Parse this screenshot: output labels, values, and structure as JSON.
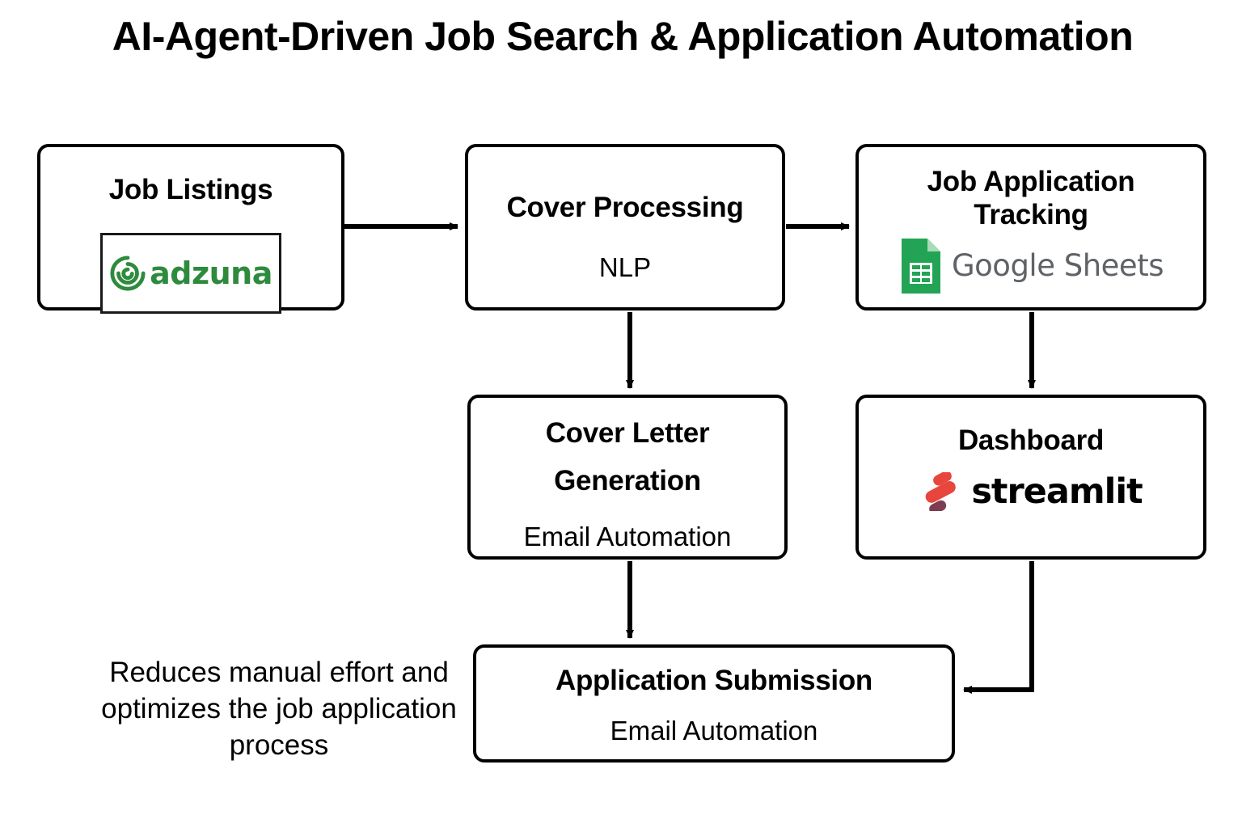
{
  "title": "AI-Agent-Driven Job Search & Application Automation",
  "nodes": {
    "job_listings": {
      "heading": "Job Listings",
      "logo_name": "adzuna-logo",
      "logo_text": "adzuna",
      "logo_color": "#2E8B3D"
    },
    "cover_processing": {
      "heading": "Cover Processing",
      "subtext": "NLP"
    },
    "job_tracking": {
      "heading_line1": "Job Application",
      "heading_line2": "Tracking",
      "logo_name": "google-sheets-logo",
      "logo_text": "Google Sheets",
      "logo_color": "#23A455",
      "logo_text_color": "#5F6368"
    },
    "cover_letter": {
      "heading_line1": "Cover Letter",
      "heading_line2": "Generation",
      "subtext": "Email Automation"
    },
    "dashboard": {
      "heading": "Dashboard",
      "logo_name": "streamlit-logo",
      "logo_text": "streamlit",
      "logo_color_primary": "#E8453C",
      "logo_color_secondary": "#7D3C52"
    },
    "submission": {
      "heading": "Application Submission",
      "subtext": "Email Automation"
    }
  },
  "caption": "Reduces manual effort and optimizes the job application process",
  "colors": {
    "stroke": "#000000",
    "background": "#FFFFFF"
  },
  "chart_data": {
    "type": "diagram",
    "diagram_type": "flowchart",
    "title": "AI-Agent-Driven Job Search & Application Automation",
    "nodes": [
      {
        "id": "job_listings",
        "label": "Job Listings",
        "badge": "adzuna",
        "row": 1,
        "col": 1
      },
      {
        "id": "cover_processing",
        "label": "Cover Processing",
        "sub": "NLP",
        "row": 1,
        "col": 2
      },
      {
        "id": "job_tracking",
        "label": "Job Application Tracking",
        "badge": "Google Sheets",
        "row": 1,
        "col": 3
      },
      {
        "id": "cover_letter",
        "label": "Cover Letter Generation",
        "sub": "Email Automation",
        "row": 2,
        "col": 2
      },
      {
        "id": "dashboard",
        "label": "Dashboard",
        "badge": "streamlit",
        "row": 2,
        "col": 3
      },
      {
        "id": "submission",
        "label": "Application Submission",
        "sub": "Email Automation",
        "row": 3,
        "col": 2
      }
    ],
    "edges": [
      {
        "from": "job_listings",
        "to": "cover_processing",
        "direction": "right"
      },
      {
        "from": "cover_processing",
        "to": "job_tracking",
        "direction": "right"
      },
      {
        "from": "cover_processing",
        "to": "cover_letter",
        "direction": "down"
      },
      {
        "from": "job_tracking",
        "to": "dashboard",
        "direction": "down"
      },
      {
        "from": "cover_letter",
        "to": "submission",
        "direction": "down"
      },
      {
        "from": "dashboard",
        "to": "submission",
        "direction": "down-left-elbow"
      }
    ],
    "annotations": [
      {
        "text": "Reduces manual effort and optimizes the job application process",
        "position": "bottom-left"
      }
    ]
  }
}
